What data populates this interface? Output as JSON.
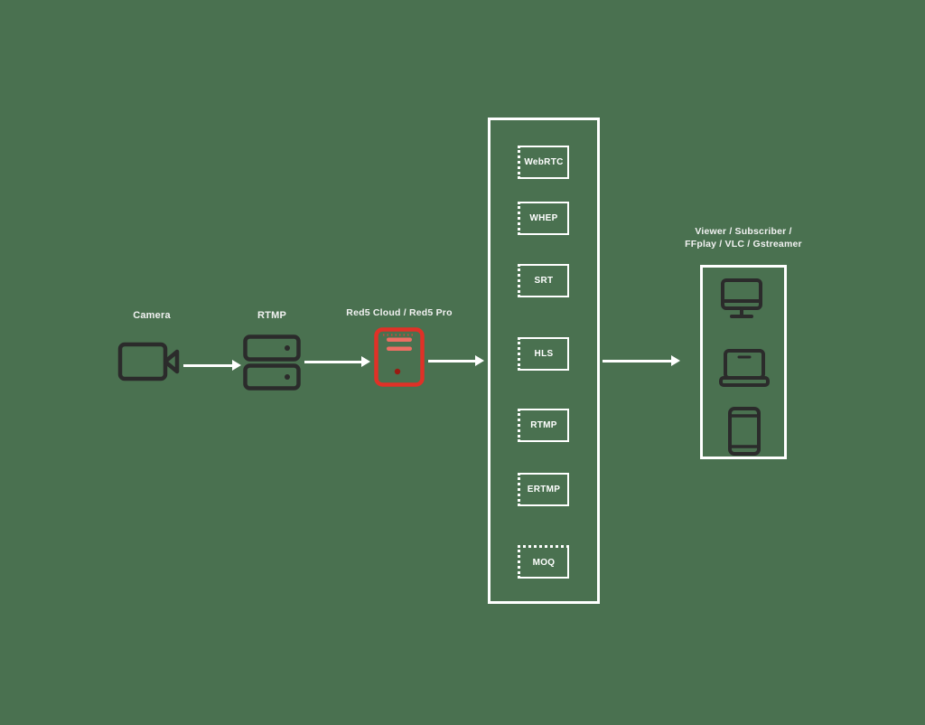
{
  "colors": {
    "background": "#4a7150",
    "line_white": "#ffffff",
    "icon_dark": "#2b2b2b",
    "red5_red": "#e03127",
    "red5_red_light": "#ee6e63",
    "red5_red_dark": "#9a1b12",
    "label_text": "#f2f2f2"
  },
  "diagram": {
    "camera": {
      "label": "Camera",
      "icon": "video-camera-icon"
    },
    "encoder": {
      "label": "RTMP",
      "icon": "encoder-servers-icon"
    },
    "red5": {
      "label": "Red5 Cloud / Red5 Pro",
      "icon": "red5-server-icon"
    },
    "protocols": [
      "WebRTC",
      "WHEP",
      "SRT",
      "HLS",
      "RTMP",
      "ERTMP",
      "MOQ"
    ],
    "viewer": {
      "label_line1": "Viewer / Subscriber /",
      "label_line2": "FFplay / VLC / Gstreamer",
      "devices": [
        "desktop-monitor",
        "laptop",
        "smartphone"
      ]
    }
  }
}
